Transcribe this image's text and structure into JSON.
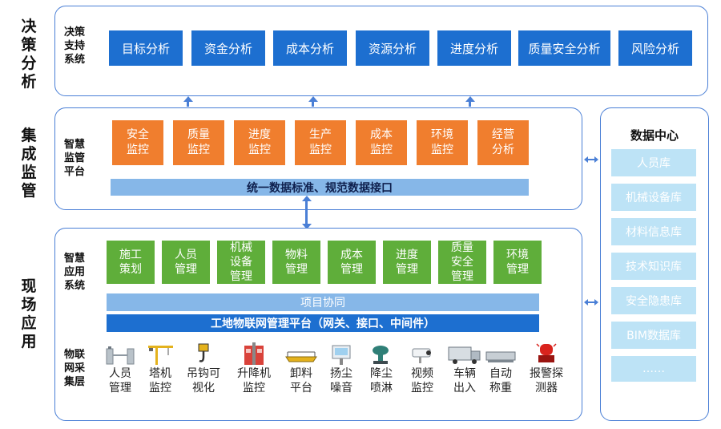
{
  "layers": {
    "decision": "决策分析",
    "integrated": "集成监管",
    "field": "现场应用"
  },
  "decision": {
    "sub_label": [
      "决策",
      "支持",
      "系统"
    ],
    "items": [
      "目标分析",
      "资金分析",
      "成本分析",
      "资源分析",
      "进度分析",
      "质量安全分析",
      "风险分析"
    ]
  },
  "integrated": {
    "sub_label": [
      "智慧",
      "监管",
      "平台"
    ],
    "items": [
      [
        "安全",
        "监控"
      ],
      [
        "质量",
        "监控"
      ],
      [
        "进度",
        "监控"
      ],
      [
        "生产",
        "监控"
      ],
      [
        "成本",
        "监控"
      ],
      [
        "环境",
        "监控"
      ],
      [
        "经营",
        "分析"
      ]
    ],
    "bar": "统一数据标准、规范数据接口"
  },
  "application": {
    "sub_label": [
      "智慧",
      "应用",
      "系统"
    ],
    "items": [
      [
        "施工",
        "策划"
      ],
      [
        "人员",
        "管理"
      ],
      [
        "机械",
        "设备",
        "管理"
      ],
      [
        "物料",
        "管理"
      ],
      [
        "成本",
        "管理"
      ],
      [
        "进度",
        "管理"
      ],
      [
        "质量",
        "安全",
        "管理"
      ],
      [
        "环境",
        "管理"
      ]
    ],
    "collab_bar": "项目协同",
    "iot_bar": "工地物联网管理平台（网关、接口、中间件）"
  },
  "iot": {
    "sub_label": [
      "物联",
      "网采",
      "集层"
    ],
    "devices": [
      {
        "icon": "turnstile-icon",
        "label": [
          "人员",
          "管理"
        ]
      },
      {
        "icon": "tower-crane-icon",
        "label": [
          "塔机",
          "监控"
        ]
      },
      {
        "icon": "hook-icon",
        "label": [
          "吊钩可",
          "视化"
        ]
      },
      {
        "icon": "elevator-icon",
        "label": [
          "升降机",
          "监控"
        ]
      },
      {
        "icon": "platform-icon",
        "label": [
          "卸料",
          "平台"
        ]
      },
      {
        "icon": "dust-monitor-icon",
        "label": [
          "扬尘",
          "噪音"
        ]
      },
      {
        "icon": "sprayer-icon",
        "label": [
          "降尘",
          "喷淋"
        ]
      },
      {
        "icon": "camera-icon",
        "label": [
          "视频",
          "监控"
        ]
      },
      {
        "icon": "truck-icon",
        "label": [
          "车辆",
          "出入"
        ]
      },
      {
        "icon": "scale-icon",
        "label": [
          "自动",
          "称重"
        ]
      },
      {
        "icon": "alarm-icon",
        "label": [
          "报警探",
          "测器"
        ]
      }
    ]
  },
  "data_center": {
    "title": "数据中心",
    "items": [
      "人员库",
      "机械设备库",
      "材料信息库",
      "技术知识库",
      "安全隐患库",
      "BIM数据库",
      "……"
    ]
  },
  "colors": {
    "border": "#4a7fd6",
    "blue": "#1d6fd0",
    "orange": "#f07e2e",
    "green": "#5fae3a",
    "light_blue_bar": "#86b7e8",
    "db": "#bde3f6"
  }
}
